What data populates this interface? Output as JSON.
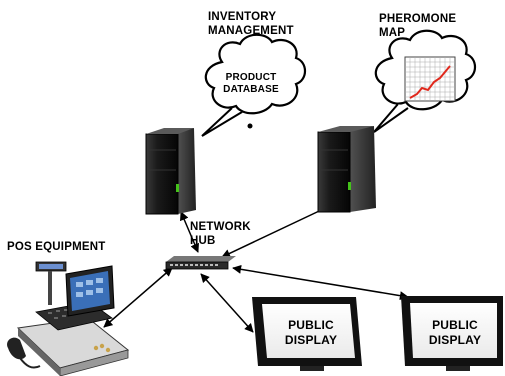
{
  "labels": {
    "inventory": [
      "INVENTORY",
      "MANAGEMENT"
    ],
    "product_db": [
      "PRODUCT",
      "DATABASE"
    ],
    "pheromone": [
      "PHEROMONE",
      "MAP"
    ],
    "network_hub": [
      "NETWORK",
      "HUB"
    ],
    "pos": "POS EQUIPMENT",
    "display_1": [
      "PUBLIC",
      "DISPLAY"
    ],
    "display_2": [
      "PUBLIC",
      "DISPLAY"
    ]
  },
  "icons": {
    "server_left": "server-tower-icon",
    "server_right": "server-tower-icon",
    "hub": "network-switch-icon",
    "pos": "cash-register-icon",
    "cloud_left": "thought-cloud-icon",
    "cloud_right": "thought-cloud-icon",
    "chart": "line-chart-icon"
  },
  "colors": {
    "server_body": "#1a1a1a",
    "server_led": "#44c21a",
    "chart_line": "#e0281c",
    "monitor_bezel": "#111111",
    "pos_screen": "#3a6fb8"
  }
}
